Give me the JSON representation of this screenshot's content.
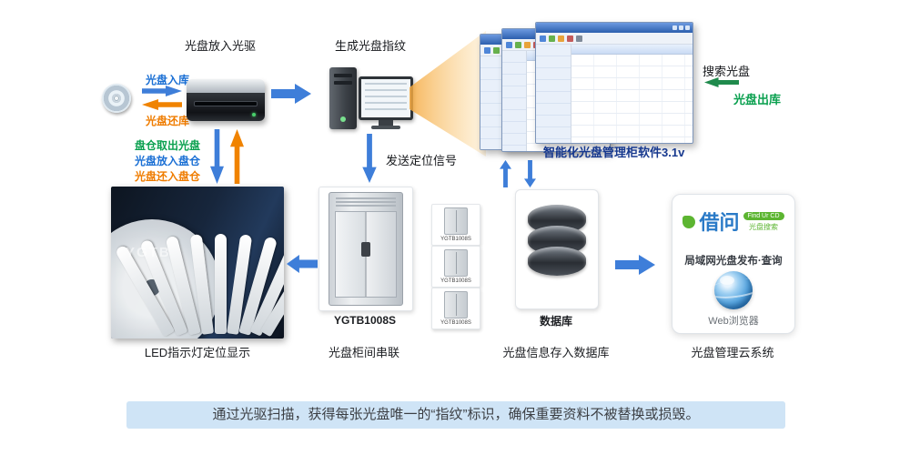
{
  "top": {
    "drive_section_label": "光盘放入光驱",
    "fingerprint_section_label": "生成光盘指纹",
    "disc_in": "光盘入库",
    "disc_return": "光盘还库",
    "search_disc": "搜索光盘",
    "disc_out": "光盘出库",
    "send_signal": "发送定位信号",
    "software_title": "智能化光盘管理柜软件3.1v"
  },
  "magazine": {
    "take_out": "盘仓取出光盘",
    "put_in": "光盘放入盘仓",
    "return_in": "光盘还入盘仓"
  },
  "stations": {
    "led": {
      "caption": "LED指示灯定位显示",
      "watermark": "YGTB"
    },
    "cabinet": {
      "caption": "光盘柜间串联",
      "model": "YGTB1008S"
    },
    "database": {
      "label": "数据库",
      "caption": "光盘信息存入数据库"
    },
    "cloud": {
      "caption": "光盘管理云系统",
      "brand": "借问",
      "badge": "Find Ur CD",
      "brand_sub": "光盘搜索",
      "line": "局域网光盘发布·查询",
      "browser": "Web浏览器"
    }
  },
  "banner": {
    "text": "通过光驱扫描，获得每张光盘唯一的“指纹”标识，确保重要资料不被替换或损毁。"
  },
  "colors": {
    "arrow_blue": "#3e7ed9",
    "arrow_orange": "#f08300",
    "arrow_green": "#1f8a4c",
    "text_blue": "#1a6fd4",
    "text_orange": "#ef7c00",
    "text_green": "#0aa04f",
    "software_title_blue": "#16388e",
    "banner_bg": "#cfe4f6"
  }
}
